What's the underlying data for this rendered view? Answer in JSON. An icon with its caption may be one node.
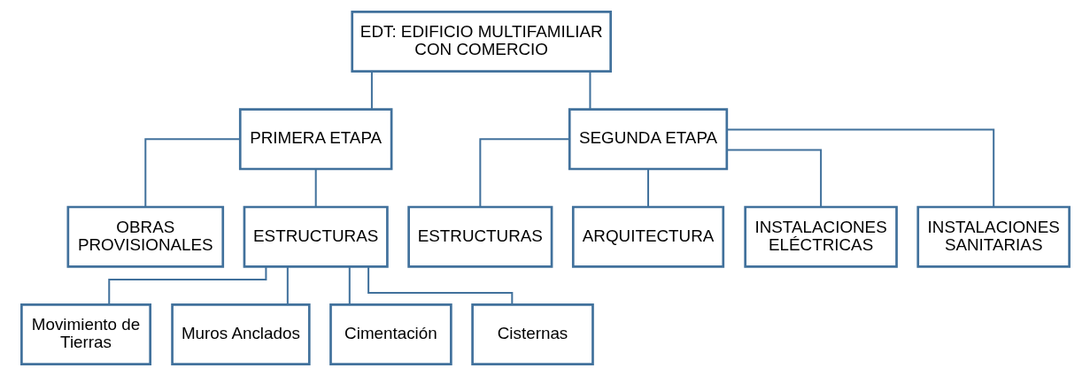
{
  "diagram": {
    "nodes": [
      {
        "text": [
          "EDT: EDIFICIO MULTIFAMILIAR CON COMERCIO"
        ]
      },
      {
        "text": [
          "PRIMERA ETAPA"
        ]
      },
      {
        "text": [
          "SEGUNDA ETAPA"
        ]
      },
      {
        "text": [
          "OBRAS PROVISIONALES"
        ]
      },
      {
        "text": [
          "ESTRUCTURAS"
        ]
      },
      {
        "text": [
          "ESTRUCTURAS"
        ]
      },
      {
        "text": [
          "ARQUITECTURA"
        ]
      },
      {
        "text": [
          "INSTALACIONES ELÉCTRICAS"
        ]
      },
      {
        "text": [
          "INSTALACIONES SANITARIAS"
        ]
      },
      {
        "text": [
          "Movimiento de Tierras"
        ]
      },
      {
        "text": [
          "Muros Anclados"
        ]
      },
      {
        "text": [
          "Cimentación"
        ]
      },
      {
        "text": [
          "Cisternas"
        ]
      }
    ],
    "edges": [
      {
        "from": 0,
        "to": 1,
        "arrow": "none"
      },
      {
        "from": 0,
        "to": 2,
        "arrow": "none"
      },
      {
        "from": 1,
        "to": 3,
        "arrow": "none"
      },
      {
        "from": 1,
        "to": 4,
        "arrow": "none"
      },
      {
        "from": 2,
        "to": 5,
        "arrow": "none"
      },
      {
        "from": 2,
        "to": 6,
        "arrow": "none"
      },
      {
        "from": 2,
        "to": 7,
        "arrow": "none"
      },
      {
        "from": 2,
        "to": 8,
        "arrow": "none"
      },
      {
        "from": 4,
        "to": 9,
        "arrow": "none"
      },
      {
        "from": 4,
        "to": 10,
        "arrow": "none"
      },
      {
        "from": 4,
        "to": 11,
        "arrow": "none"
      },
      {
        "from": 4,
        "to": 12,
        "arrow": "none"
      }
    ]
  }
}
